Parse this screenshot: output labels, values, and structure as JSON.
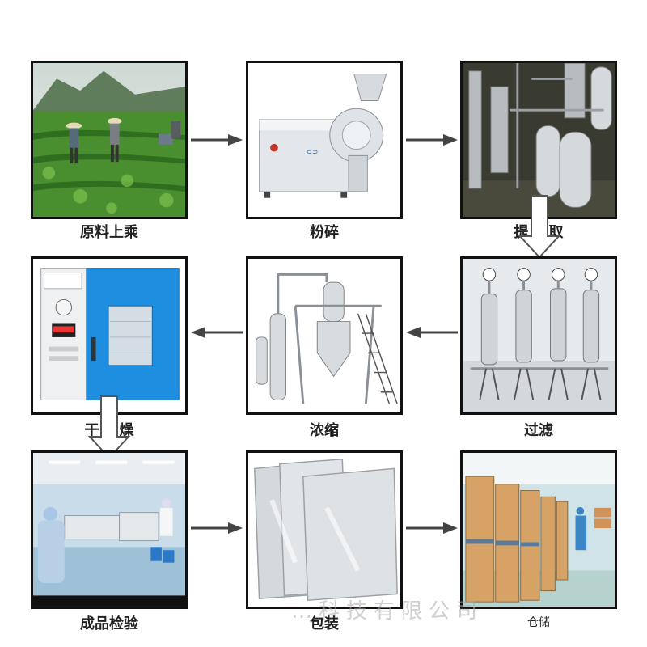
{
  "steps": [
    {
      "id": "raw_material",
      "label": "原料上乘",
      "photo": "farmers-in-field"
    },
    {
      "id": "crushing",
      "label": "粉碎",
      "photo": "grinding-machine"
    },
    {
      "id": "extraction",
      "label": "提    取",
      "photo": "extraction-tanks"
    },
    {
      "id": "filtration",
      "label": "过滤",
      "photo": "filter-housings"
    },
    {
      "id": "concentration",
      "label": "浓缩",
      "photo": "concentrator-equipment"
    },
    {
      "id": "drying",
      "label": "干    燥",
      "photo": "drying-oven"
    },
    {
      "id": "inspection",
      "label": "成品检验",
      "photo": "inspection-lab"
    },
    {
      "id": "packaging",
      "label": "包装",
      "photo": "foil-bags"
    },
    {
      "id": "storage",
      "label": "仓储",
      "photo": "warehouse-drums"
    }
  ],
  "watermark": "…科技有限公司",
  "colors": {
    "frame": "#111111",
    "arrow": "#444444",
    "oven_blue": "#1e8ee0",
    "field_green": "#3f8a2c"
  }
}
